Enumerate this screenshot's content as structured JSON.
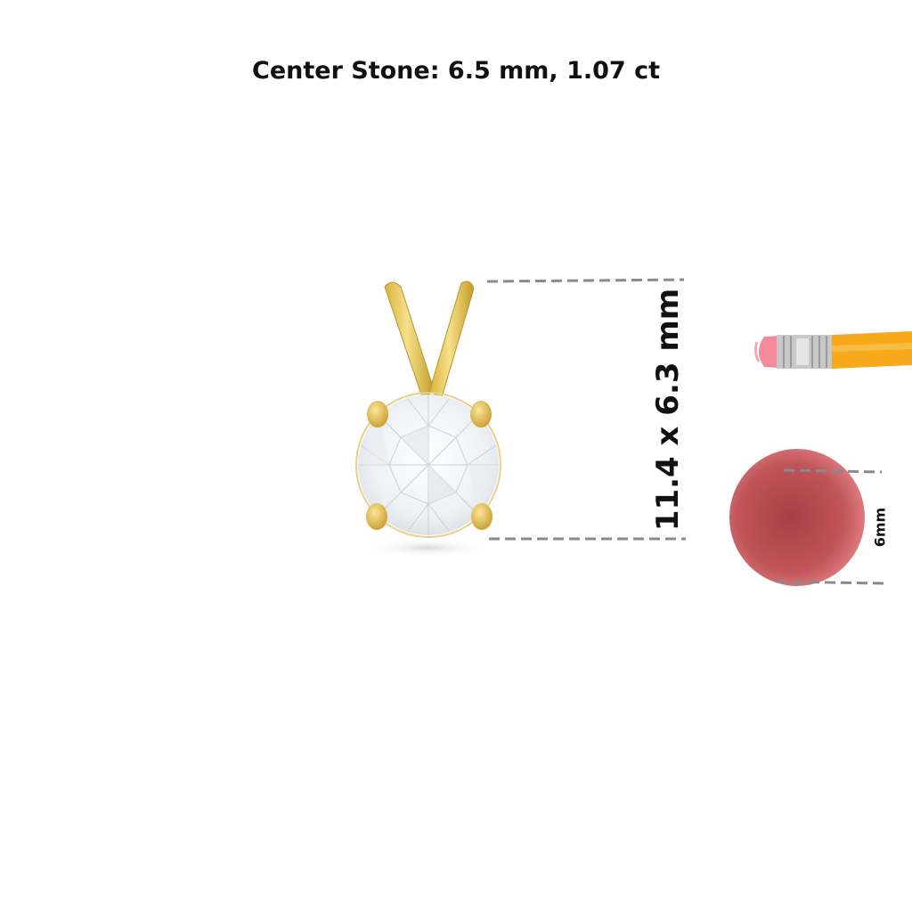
{
  "caption": {
    "center_stone": "Center Stone: 6.5 mm, 1.07 ct"
  },
  "dimensions": {
    "pendant_size": "11.4 x 6.3 mm",
    "eraser_size": "6mm"
  },
  "colors": {
    "gold": "#e0c04a",
    "gold_dark": "#b8962a",
    "diamond": "#f4f6f8",
    "dash": "#8a8a8a",
    "pencil_body": "#f7a81b",
    "eraser_tip": "#f28a9a",
    "eraser_red": "#b34a4f"
  },
  "icons": [
    "pendant-image",
    "pencil-icon",
    "eraser-icon"
  ]
}
